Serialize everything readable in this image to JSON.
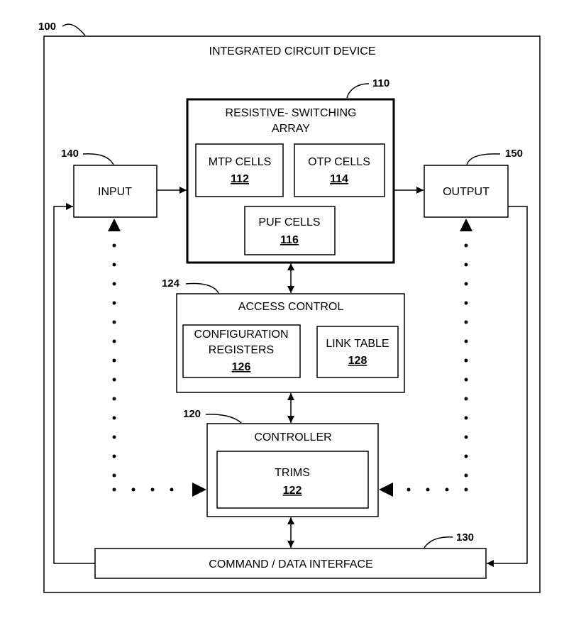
{
  "device": {
    "ref": "100",
    "title": "INTEGRATED CIRCUIT DEVICE"
  },
  "array": {
    "ref": "110",
    "title_line1": "RESISTIVE- SWITCHING",
    "title_line2": "ARRAY",
    "mtp": {
      "label": "MTP CELLS",
      "num": "112"
    },
    "otp": {
      "label": "OTP CELLS",
      "num": "114"
    },
    "puf": {
      "label": "PUF CELLS",
      "num": "116"
    }
  },
  "input": {
    "ref": "140",
    "label": "INPUT"
  },
  "output": {
    "ref": "150",
    "label": "OUTPUT"
  },
  "access_control": {
    "ref": "124",
    "title": "ACCESS CONTROL",
    "config": {
      "label_line1": "CONFIGURATION",
      "label_line2": "REGISTERS",
      "num": "126"
    },
    "link_table": {
      "label": "LINK TABLE",
      "num": "128"
    }
  },
  "controller": {
    "ref": "120",
    "title": "CONTROLLER",
    "trims": {
      "label": "TRIMS",
      "num": "122"
    }
  },
  "interface": {
    "ref": "130",
    "label": "COMMAND / DATA INTERFACE"
  }
}
